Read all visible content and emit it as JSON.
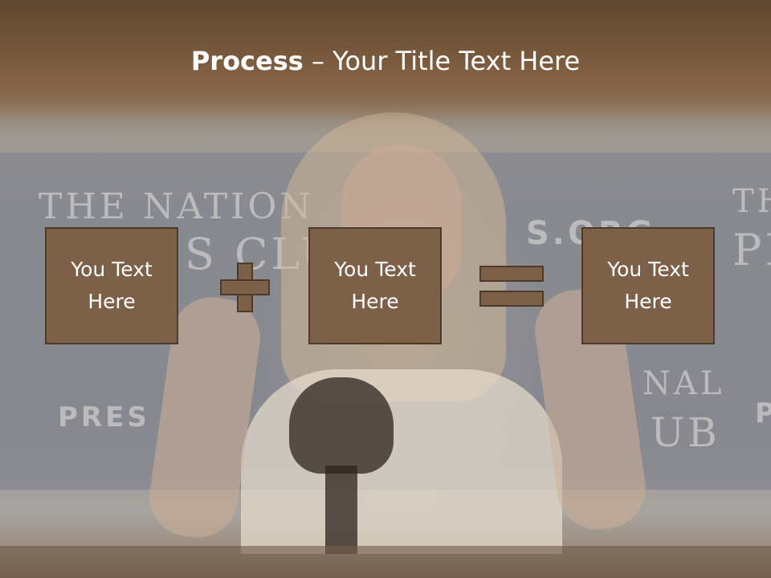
{
  "title": {
    "bold": "Process",
    "rest": " – Your Title Text Here"
  },
  "boxes": [
    {
      "text": "You Text Here"
    },
    {
      "text": "You Text Here"
    },
    {
      "text": "You Text Here"
    }
  ],
  "background": {
    "sign_text_1": "THE NATION",
    "sign_text_2": "S CLU",
    "sign_text_3": "S.ORG",
    "sign_text_4": "PRES",
    "sign_text_5": "NAL",
    "sign_text_6": "UB",
    "sign_text_7": "TH",
    "sign_text_8": "PI",
    "sign_text_9": "P"
  },
  "colors": {
    "shape_fill": "#7c6148",
    "shape_border": "#4d3a28",
    "title_text": "#ffffff"
  }
}
